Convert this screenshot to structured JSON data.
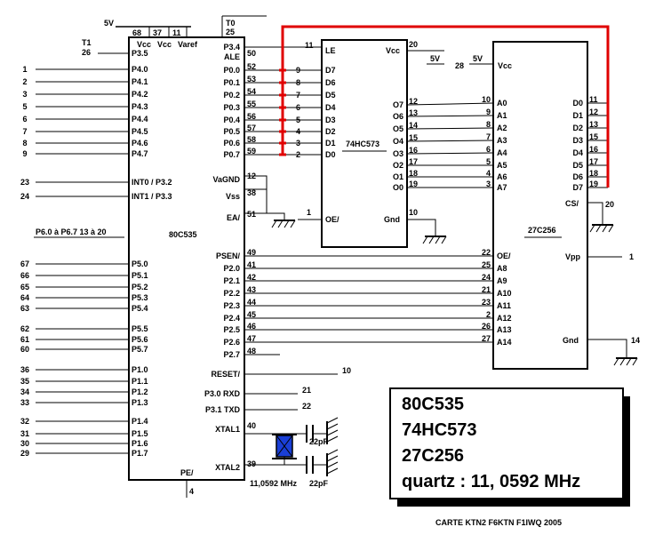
{
  "chips": {
    "mcu": {
      "name": "80C535"
    },
    "latch": {
      "name": "74HC573"
    },
    "eprom": {
      "name": "27C256"
    }
  },
  "notes": {
    "lines": [
      "80C535",
      "74HC573",
      "27C256",
      "quartz : 11, 0592 MHz"
    ],
    "caption": "CARTE KTN2 F6KTN F1IWQ 2005"
  },
  "mcu_top": {
    "supply": "5V",
    "pins": [
      "68",
      "37",
      "11"
    ],
    "names": [
      "Vcc",
      "Vcc",
      "Varef"
    ],
    "t0_label": "T0",
    "t0_pin": "25",
    "t1_label": "T1",
    "t1_pin": "26"
  },
  "mcu_left": [
    {
      "ext": "",
      "pin": "26",
      "label": "P3.5"
    },
    {
      "ext": "1",
      "pin": "",
      "label": "P4.0"
    },
    {
      "ext": "2",
      "pin": "",
      "label": "P4.1"
    },
    {
      "ext": "3",
      "pin": "",
      "label": "P4.2"
    },
    {
      "ext": "5",
      "pin": "",
      "label": "P4.3"
    },
    {
      "ext": "6",
      "pin": "",
      "label": "P4.4"
    },
    {
      "ext": "7",
      "pin": "",
      "label": "P4.5"
    },
    {
      "ext": "8",
      "pin": "",
      "label": "P4.6"
    },
    {
      "ext": "9",
      "pin": "",
      "label": "P4.7"
    },
    {
      "ext": "23",
      "pin": "",
      "label": "INT0 / P3.2"
    },
    {
      "ext": "24",
      "pin": "",
      "label": "INT1 / P3.3"
    },
    {
      "ext": "67",
      "pin": "",
      "label": "P5.0"
    },
    {
      "ext": "66",
      "pin": "",
      "label": "P5.1"
    },
    {
      "ext": "65",
      "pin": "",
      "label": "P5.2"
    },
    {
      "ext": "64",
      "pin": "",
      "label": "P5.3"
    },
    {
      "ext": "63",
      "pin": "",
      "label": "P5.4"
    },
    {
      "ext": "62",
      "pin": "",
      "label": "P5.5"
    },
    {
      "ext": "61",
      "pin": "",
      "label": "P5.6"
    },
    {
      "ext": "60",
      "pin": "",
      "label": "P5.7"
    },
    {
      "ext": "36",
      "pin": "",
      "label": "P1.0"
    },
    {
      "ext": "35",
      "pin": "",
      "label": "P1.1"
    },
    {
      "ext": "34",
      "pin": "",
      "label": "P1.2"
    },
    {
      "ext": "33",
      "pin": "",
      "label": "P1.3"
    },
    {
      "ext": "32",
      "pin": "",
      "label": "P1.4"
    },
    {
      "ext": "31",
      "pin": "",
      "label": "P1.5"
    },
    {
      "ext": "30",
      "pin": "",
      "label": "P1.6"
    },
    {
      "ext": "29",
      "pin": "",
      "label": "P1.7"
    }
  ],
  "p6_note": "P6.0 à P6.7  13 à 20",
  "mcu_right": [
    {
      "label": "P3.4",
      "pin": ""
    },
    {
      "label": "ALE",
      "pin": "50"
    },
    {
      "label": "P0.0",
      "pin": "52"
    },
    {
      "label": "P0.1",
      "pin": "53"
    },
    {
      "label": "P0.2",
      "pin": "54"
    },
    {
      "label": "P0.3",
      "pin": "55"
    },
    {
      "label": "P0.4",
      "pin": "56"
    },
    {
      "label": "P0.5",
      "pin": "57"
    },
    {
      "label": "P0.6",
      "pin": "58"
    },
    {
      "label": "P0.7",
      "pin": "59"
    },
    {
      "label": "VaGND",
      "pin": "12"
    },
    {
      "label": "Vss",
      "pin": "38"
    },
    {
      "label": "EA/",
      "pin": "51"
    },
    {
      "label": "PSEN/",
      "pin": "49"
    },
    {
      "label": "P2.0",
      "pin": "41"
    },
    {
      "label": "P2.1",
      "pin": "42"
    },
    {
      "label": "P2.2",
      "pin": "43"
    },
    {
      "label": "P2.3",
      "pin": "44"
    },
    {
      "label": "P2.4",
      "pin": "45"
    },
    {
      "label": "P2.5",
      "pin": "46"
    },
    {
      "label": "P2.6",
      "pin": "47"
    },
    {
      "label": "P2.7",
      "pin": "48"
    },
    {
      "label": "RESET/",
      "pin": "10"
    },
    {
      "label": "P3.0  RXD",
      "pin": "21"
    },
    {
      "label": "P3.1  TXD",
      "pin": "22"
    },
    {
      "label": "XTAL1",
      "pin": "40"
    },
    {
      "label": "XTAL2",
      "pin": "39"
    }
  ],
  "mcu_bottom": {
    "label": "PE/",
    "pin": "4"
  },
  "crystal": {
    "cap1": "22pF",
    "cap2": "22pF",
    "freq": "11,0592 MHz"
  },
  "latch_pins": {
    "le": {
      "label": "LE",
      "pin": "11"
    },
    "vcc": {
      "label": "Vcc",
      "pin": "20",
      "supply": "5V"
    },
    "oe": {
      "label": "OE/",
      "pin": "1"
    },
    "gnd": {
      "label": "Gnd",
      "pin": "10"
    },
    "inputs": [
      {
        "label": "D7",
        "pin": "9"
      },
      {
        "label": "D6",
        "pin": "8"
      },
      {
        "label": "D5",
        "pin": "7"
      },
      {
        "label": "D4",
        "pin": "6"
      },
      {
        "label": "D3",
        "pin": "5"
      },
      {
        "label": "D2",
        "pin": "4"
      },
      {
        "label": "D1",
        "pin": "3"
      },
      {
        "label": "D0",
        "pin": "2"
      }
    ],
    "outputs": [
      {
        "label": "O7",
        "pin": "12"
      },
      {
        "label": "O6",
        "pin": "13"
      },
      {
        "label": "O5",
        "pin": "14"
      },
      {
        "label": "O4",
        "pin": "15"
      },
      {
        "label": "O3",
        "pin": "16"
      },
      {
        "label": "O2",
        "pin": "17"
      },
      {
        "label": "O1",
        "pin": "18"
      },
      {
        "label": "O0",
        "pin": "19"
      }
    ]
  },
  "eprom_pins": {
    "vcc": {
      "label": "Vcc",
      "pin": "28",
      "supply": "5V"
    },
    "addr_low": [
      {
        "label": "A0",
        "pin": "10"
      },
      {
        "label": "A1",
        "pin": "9"
      },
      {
        "label": "A2",
        "pin": "8"
      },
      {
        "label": "A3",
        "pin": "7"
      },
      {
        "label": "A4",
        "pin": "6"
      },
      {
        "label": "A5",
        "pin": "5"
      },
      {
        "label": "A6",
        "pin": "4"
      },
      {
        "label": "A7",
        "pin": "3"
      }
    ],
    "addr_high": [
      {
        "label": "OE/",
        "pin": "22"
      },
      {
        "label": "A8",
        "pin": "25"
      },
      {
        "label": "A9",
        "pin": "24"
      },
      {
        "label": "A10",
        "pin": "21"
      },
      {
        "label": "A11",
        "pin": "23"
      },
      {
        "label": "A12",
        "pin": "2"
      },
      {
        "label": "A13",
        "pin": "26"
      },
      {
        "label": "A14",
        "pin": "27"
      }
    ],
    "data": [
      {
        "label": "D0",
        "pin": "11"
      },
      {
        "label": "D1",
        "pin": "12"
      },
      {
        "label": "D2",
        "pin": "13"
      },
      {
        "label": "D3",
        "pin": "15"
      },
      {
        "label": "D4",
        "pin": "16"
      },
      {
        "label": "D5",
        "pin": "17"
      },
      {
        "label": "D6",
        "pin": "18"
      },
      {
        "label": "D7",
        "pin": "19"
      }
    ],
    "cs": {
      "label": "CS/",
      "pin": "20"
    },
    "vpp": {
      "label": "Vpp",
      "pin": "1"
    },
    "gnd": {
      "label": "Gnd",
      "pin": "14"
    }
  },
  "colors": {
    "bus": "#e00000",
    "crystal": "#1a3fd6",
    "ink": "#000000"
  }
}
